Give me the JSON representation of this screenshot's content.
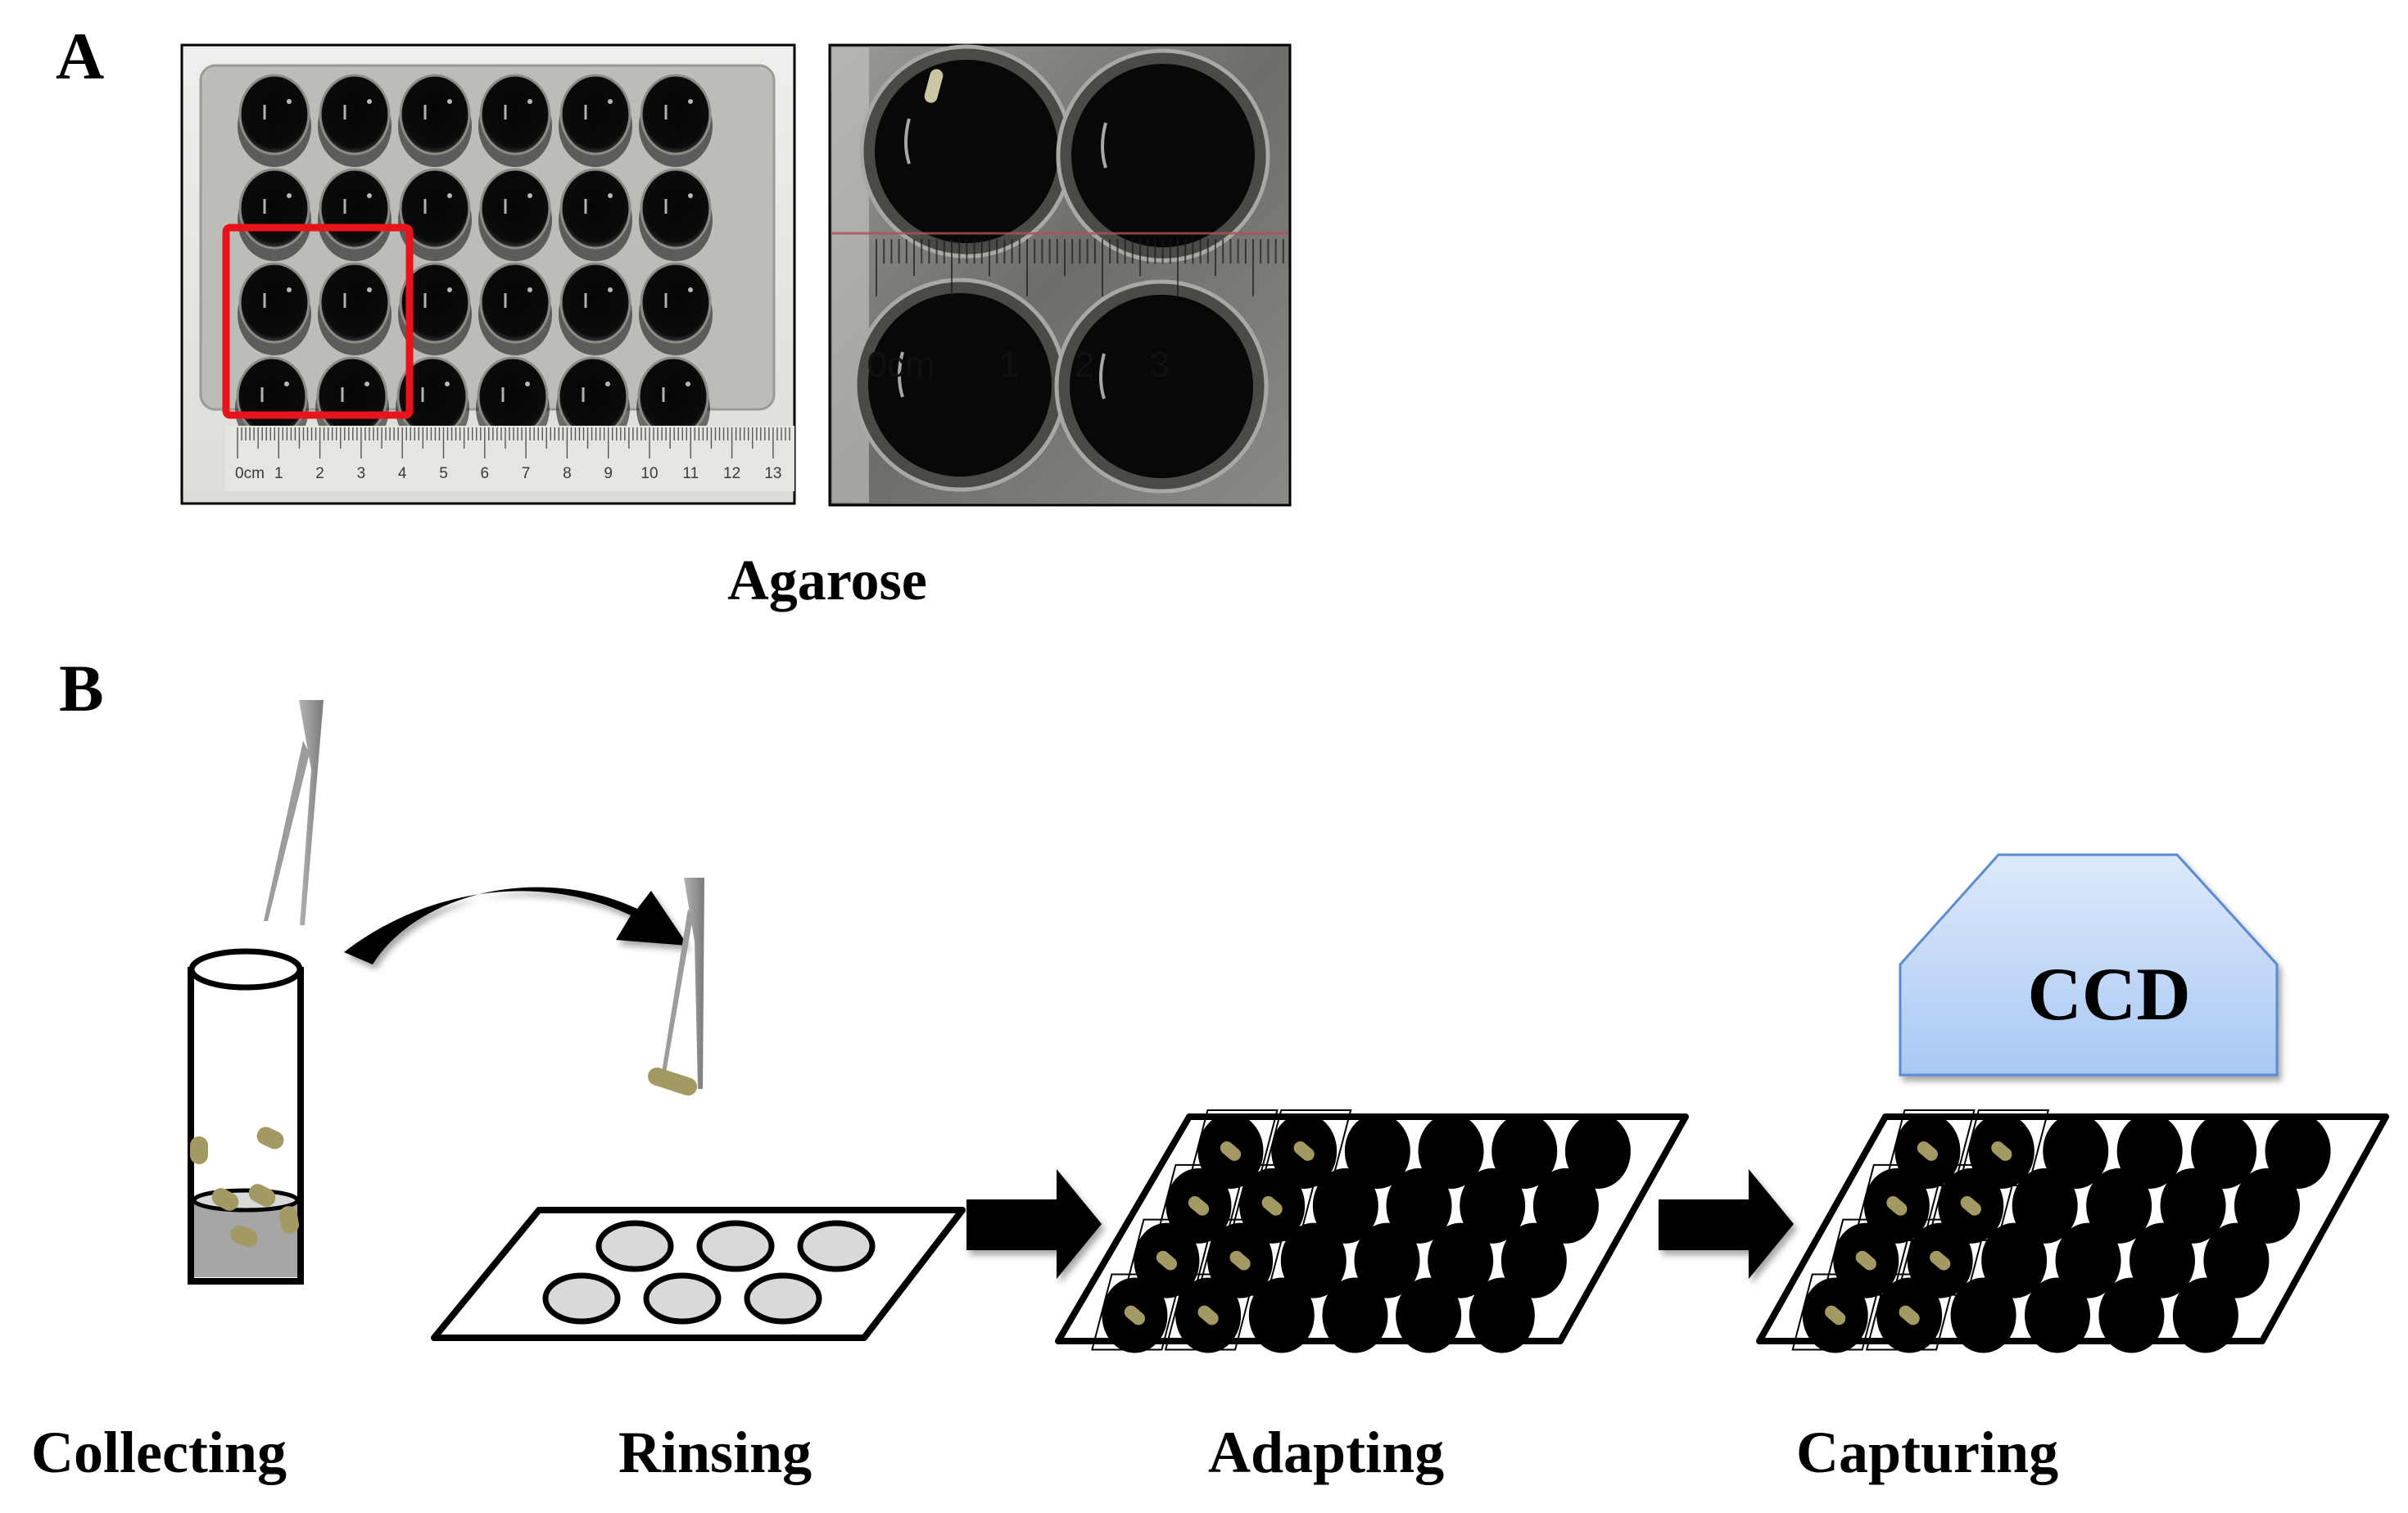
{
  "figure": {
    "panel_a": {
      "letter": "A",
      "caption": "Agarose",
      "left_photo": {
        "description": "24-well plate filled with dark agarose, with ruler below",
        "plate_rows": 4,
        "plate_cols": 6,
        "highlight": {
          "rows": [
            3,
            4
          ],
          "cols": [
            1,
            2
          ],
          "color": "#e8141b"
        },
        "ruler_labels": [
          "0cm",
          "1",
          "2",
          "3",
          "4",
          "5",
          "6",
          "7",
          "8",
          "9",
          "10",
          "11",
          "12",
          "13"
        ]
      },
      "right_photo": {
        "description": "Close-up of 4 wells with ruler",
        "wells": 4,
        "ruler_labels": [
          "0cm",
          "1",
          "2",
          "3"
        ]
      }
    },
    "panel_b": {
      "letter": "B",
      "steps": [
        {
          "id": "collecting",
          "label": "Collecting"
        },
        {
          "id": "rinsing",
          "label": "Rinsing"
        },
        {
          "id": "adapting",
          "label": "Adapting"
        },
        {
          "id": "capturing",
          "label": "Capturing"
        }
      ],
      "ccd_label": "CCD",
      "rinse_plate": {
        "rows": 2,
        "cols": 3
      },
      "well_plate": {
        "rows": 4,
        "cols": 6,
        "filled_cols": 2
      },
      "colors": {
        "sample": "#a39a63",
        "tweezers": "#8f8f8f",
        "well_fill": "#000000",
        "rinse_well": "#d9d9d9",
        "tube_liquid": "#a6a6a6",
        "ccd_top": "#dde9fb",
        "ccd_bottom": "#a9c8f3",
        "ccd_border": "#5b8ccf"
      }
    }
  }
}
